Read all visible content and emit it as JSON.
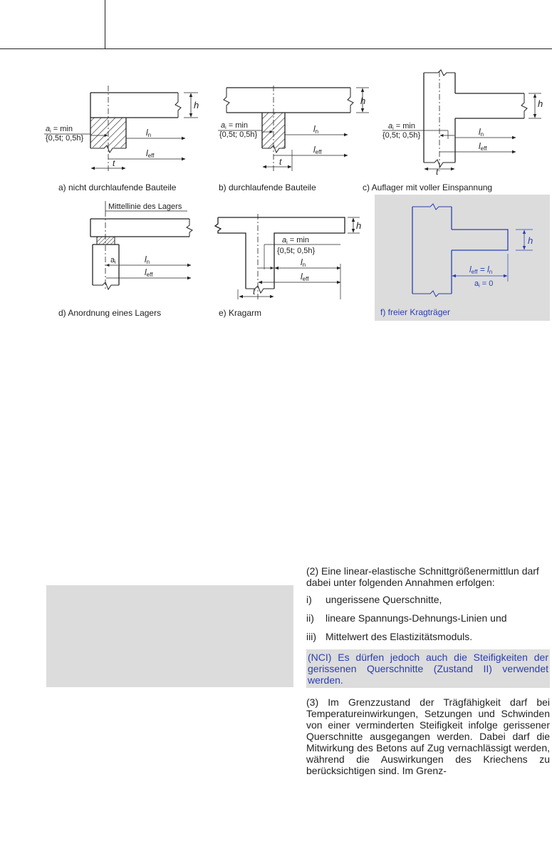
{
  "figures": {
    "a": {
      "caption": "a) nicht durchlaufende Bauteile",
      "h": "h",
      "ln": "l",
      "ln_sub": "n",
      "leff": "l",
      "leff_sub": "eff",
      "t": "t",
      "ai_line1_pre": "a",
      "ai_line1_sub": "i",
      "ai_line1_post": " = min",
      "ai_line2": "{0,5t; 0,5h}"
    },
    "b": {
      "caption": "b) durchlaufende Bauteile",
      "h": "h",
      "ln": "l",
      "ln_sub": "n",
      "leff": "l",
      "leff_sub": "eff",
      "t": "t",
      "ai_line1_pre": "a",
      "ai_line1_sub": "i",
      "ai_line1_post": " = min",
      "ai_line2": "{0,5t; 0,5h}"
    },
    "c": {
      "caption": "c) Auflager mit voller Einspannung",
      "h": "h",
      "ln": "l",
      "ln_sub": "n",
      "leff": "l",
      "leff_sub": "eff",
      "t": "t",
      "ai_line1_pre": "a",
      "ai_line1_sub": "i",
      "ai_line1_post": " = min",
      "ai_line2": "{0,5t; 0,5h}"
    },
    "d": {
      "caption": "d) Anordnung eines Lagers",
      "bearing_label": "Mittellinie des Lagers",
      "ai": "a",
      "ai_sub": "i",
      "ln": "l",
      "ln_sub": "n",
      "leff": "l",
      "leff_sub": "eff"
    },
    "e": {
      "caption": "e) Kragarm",
      "h": "h",
      "ln": "l",
      "ln_sub": "n",
      "leff": "l",
      "leff_sub": "eff",
      "t": "t",
      "ai_line1_pre": "a",
      "ai_line1_sub": "i",
      "ai_line1_post": " = min",
      "ai_line2": "{0,5t; 0,5h}"
    },
    "f": {
      "caption": "f) freier Kragträger",
      "h": "h",
      "leff_eq_pre": "l",
      "leff_eq_sub": "eff",
      "leff_eq_mid": " = l",
      "leff_eq_sub2": "n",
      "ai_pre": "a",
      "ai_sub": "i",
      "ai_post": " = 0"
    }
  },
  "text": {
    "para2": "(2) Eine linear-elastische Schnittgrößenermittlun darf dabei unter folgenden Annahmen erfolgen:",
    "items": [
      {
        "num": "i)",
        "text": "ungerissene Querschnitte,"
      },
      {
        "num": "ii)",
        "text": "lineare Spannungs-Dehnungs-Linien und"
      },
      {
        "num": "iii)",
        "text": "Mittelwert des Elastizitätsmoduls."
      }
    ],
    "nci": "(NCI) Es dürfen jedoch auch die Steifigkeiten der gerissenen Querschnitte (Zustand II) verwendet werden.",
    "para3": "(3) Im Grenzzustand der Trägfähigkeit darf bei Temperatureinwirkungen, Setzungen und Schwin­den von einer verminderten Steifigkeit infolge ge­rissener Querschnitte ausgegangen werden. Da­bei darf die Mitwirkung des Betons auf Zug ver­nachlässigt werden, während die Auswirkungen des Kriechens zu berücksichtigen sind. Im Grenz-"
  }
}
